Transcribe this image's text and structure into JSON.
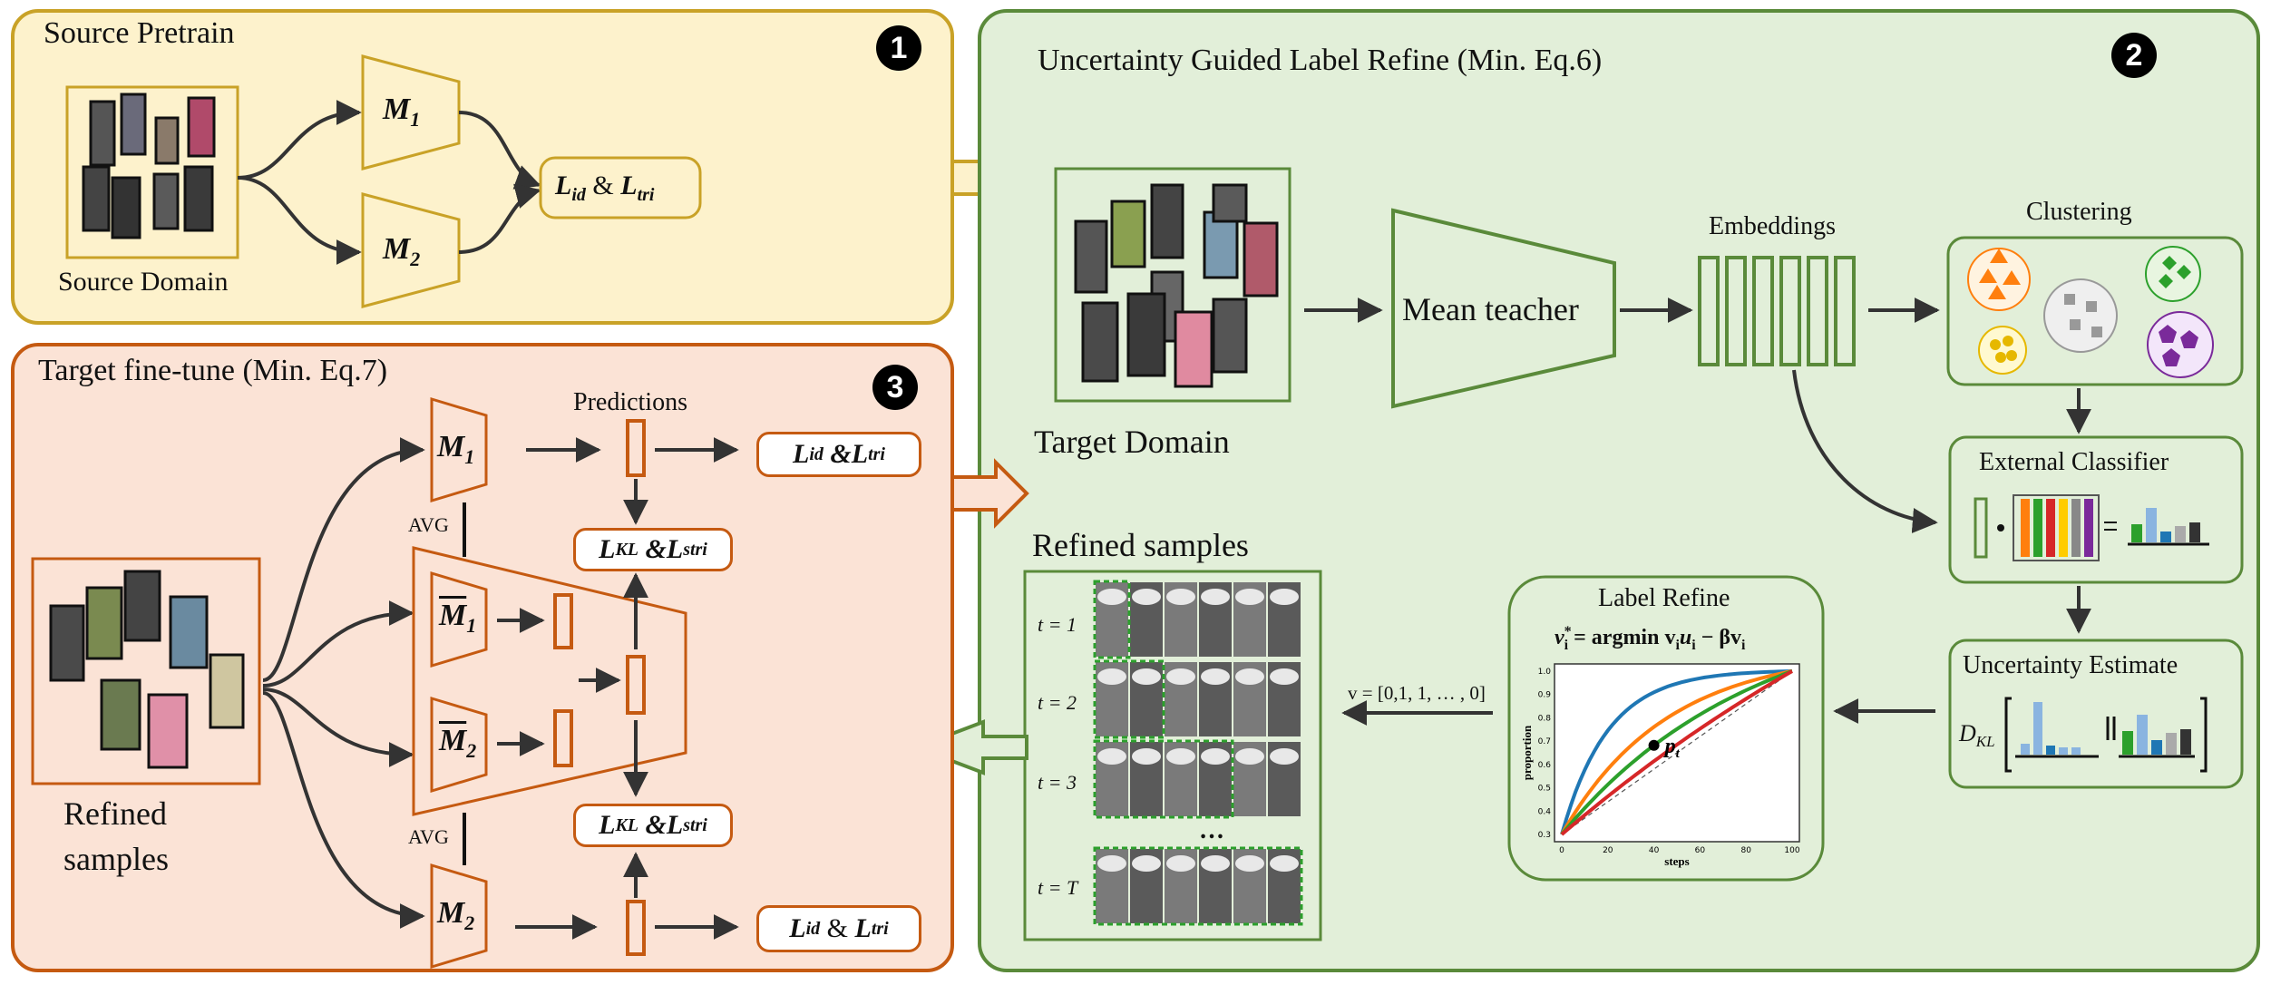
{
  "panel1": {
    "title": "Source Pretrain",
    "number": "1",
    "domain_caption": "Source Domain",
    "model1": "M",
    "model1_sub": "1",
    "model2": "M",
    "model2_sub": "2",
    "loss": {
      "a": "L",
      "a_sub": "id",
      "amp": "&",
      "b": "L",
      "b_sub": "tri"
    }
  },
  "panel2": {
    "title": "Uncertainty Guided Label Refine (Min. Eq.6)",
    "number": "2",
    "target_caption": "Target Domain",
    "mean_teacher": "Mean teacher",
    "embeddings": "Embeddings",
    "clustering": "Clustering",
    "external_classifier": "External Classifier",
    "uncertainty_estimate": "Uncertainty Estimate",
    "dkl": "D",
    "dkl_sub": "KL",
    "label_refine": "Label Refine",
    "formula": "v",
    "formula_sup": "*",
    "formula_sub": "i",
    "formula_rest": " = argmin v",
    "formula_rest_sub": "i",
    "formula_u": "u",
    "formula_u_sub": "i",
    "formula_tail": " − βv",
    "formula_tail_sub": "i",
    "v_vector": "v = [0,1, 1, … , 0]",
    "refined_title": "Refined samples",
    "t_labels": [
      "t = 1",
      "t = 2",
      "t = 3",
      "t = T"
    ],
    "ellipsis": "…",
    "plot": {
      "xlabel": "steps",
      "ylabel": "proportion",
      "point_label": "p",
      "point_sub": "t",
      "xticks": [
        "0",
        "20",
        "40",
        "60",
        "80",
        "100"
      ],
      "yticks": [
        "0.3",
        "0.4",
        "0.5",
        "0.6",
        "0.7",
        "0.8",
        "0.9",
        "1.0"
      ]
    }
  },
  "panel3": {
    "title": "Target fine-tune (Min. Eq.7)",
    "number": "3",
    "predictions": "Predictions",
    "avg_top": "AVG",
    "avg_bottom": "AVG",
    "refined_caption_1": "Refined",
    "refined_caption_2": "samples",
    "loss_top": {
      "a": "L",
      "a_sub": "id",
      "amp": "&",
      "b": "L",
      "b_sub": "tri"
    },
    "loss_bottom": {
      "a": "L",
      "a_sub": "id",
      "amp": "&",
      "b": "L",
      "b_sub": "tri"
    },
    "kl_top": {
      "a": "L",
      "a_sub": "KL",
      "amp": "&",
      "b": "L",
      "b_sub": "stri"
    },
    "kl_bottom": {
      "a": "L",
      "a_sub": "KL",
      "amp": "&",
      "b": "L",
      "b_sub": "stri"
    },
    "m1": "M",
    "m1_sub": "1",
    "m2": "M",
    "m2_sub": "2",
    "m1bar": "M",
    "m1bar_sub": "1",
    "m2bar": "M",
    "m2bar_sub": "2"
  },
  "colors": {
    "panel1_fill": "#fdf2cc",
    "panel1_border": "#c9a227",
    "panel2_fill": "#e2efd9",
    "panel2_border": "#5a8a3a",
    "panel3_fill": "#fbe3d6",
    "panel3_border": "#c55a11",
    "curve_blue": "#1f77b4",
    "curve_orange": "#ff7f0e",
    "curve_green": "#2ca02c",
    "curve_red": "#d62728"
  }
}
